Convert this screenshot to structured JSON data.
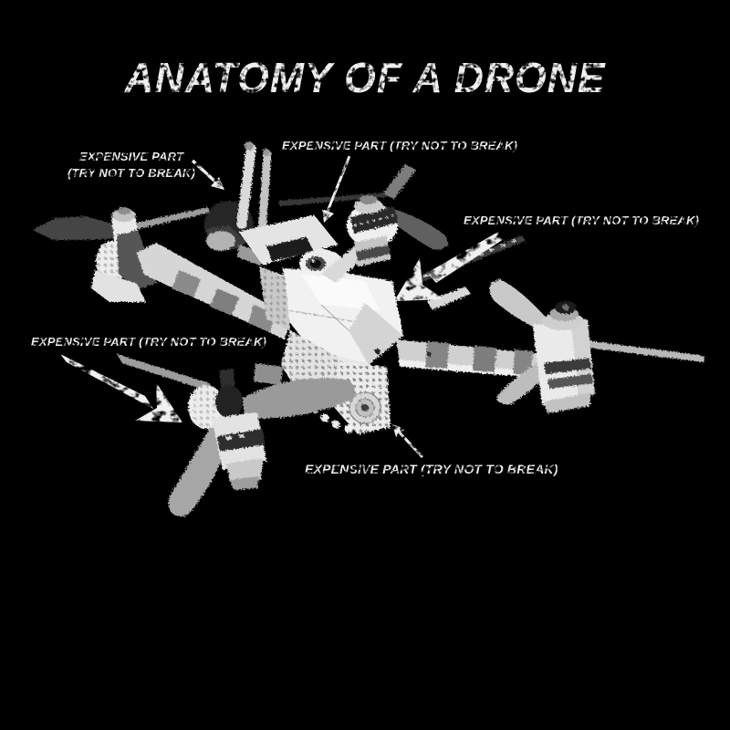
{
  "colors": {
    "bg": "#000000",
    "ink": "#f0f0f0",
    "drone-white": "#f1f1f1",
    "drone-light": "#cdcdcd",
    "drone-mid": "#8f8f8f",
    "drone-dark": "#3d3d3d",
    "drone-shadow": "#181818"
  },
  "title": {
    "text": "ANATOMY OF A DRONE"
  },
  "labels": [
    {
      "id": "top-left",
      "line1": "EXPENSIVE PART",
      "line2": "(TRY NOT TO BREAK)",
      "arrow_points": "down-right",
      "arrow_style": "thin"
    },
    {
      "id": "top-center",
      "text": "EXPENSIVE PART (TRY NOT TO BREAK)",
      "arrow_points": "down-left",
      "arrow_style": "thin"
    },
    {
      "id": "right",
      "text": "EXPENSIVE PART (TRY NOT TO BREAK)",
      "arrow_points": "down-left",
      "arrow_style": "bold-grunge"
    },
    {
      "id": "left",
      "text": "EXPENSIVE PART (TRY NOT TO BREAK)",
      "arrow_points": "down-right",
      "arrow_style": "bold-grunge"
    },
    {
      "id": "bottom",
      "text": "EXPENSIVE PART (TRY NOT TO BREAK)",
      "arrow_points": "up-left",
      "arrow_style": "thin"
    }
  ]
}
